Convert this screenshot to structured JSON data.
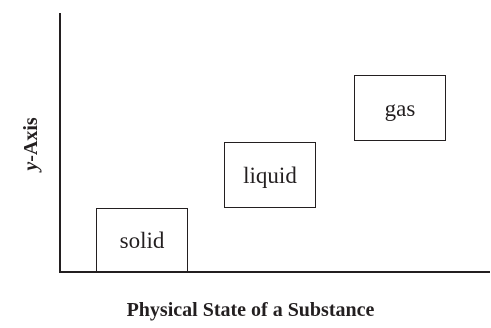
{
  "axes": {
    "x_title": "Physical State of a Substance",
    "y_title_variable": "y",
    "y_title_suffix": "-Axis"
  },
  "states": [
    {
      "label": "solid",
      "level": 1
    },
    {
      "label": "liquid",
      "level": 2
    },
    {
      "label": "gas",
      "level": 3
    }
  ],
  "colors": {
    "ink": "#231f20",
    "background": "#ffffff"
  }
}
